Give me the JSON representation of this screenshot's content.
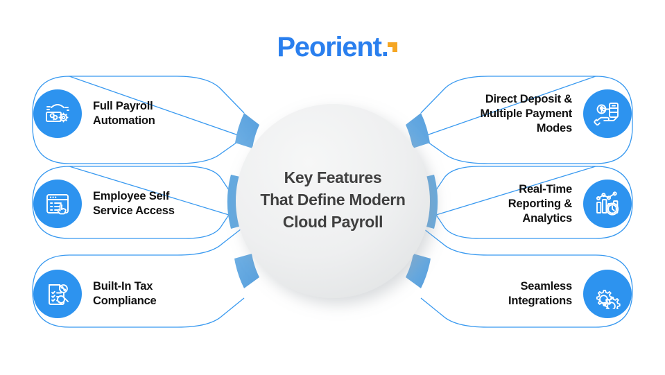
{
  "brand": {
    "name": "Peorient.",
    "accent_color": "#f5a623",
    "logo_color": "#2a7fee",
    "tick_icon": "orange-corner-tick"
  },
  "center": {
    "line1": "Key Features",
    "line2": "That Define Modern",
    "line3": "Cloud Payroll",
    "text_color": "#404040",
    "fill_color": "#eceded"
  },
  "theme": {
    "badge_color": "#2d93ef",
    "connector_color": "#63a9e0",
    "outline_color": "#2d93ef",
    "background": "#ffffff"
  },
  "features": {
    "left": [
      {
        "label_line1": "Full Payroll",
        "label_line2": "Automation",
        "icon": "banknote-gear-icon"
      },
      {
        "label_line1": "Employee Self",
        "label_line2": "Service Access",
        "icon": "browser-cursor-icon"
      },
      {
        "label_line1": "Built-In Tax",
        "label_line2": "Compliance",
        "icon": "tax-document-gavel-icon"
      }
    ],
    "right": [
      {
        "label_line1": "Direct Deposit &",
        "label_line2": "Multiple Payment",
        "label_line3": "Modes",
        "icon": "hand-coin-phone-icon"
      },
      {
        "label_line1": "Real-Time",
        "label_line2": "Reporting &",
        "label_line3": "Analytics",
        "icon": "bar-chart-clock-icon"
      },
      {
        "label_line1": "Seamless",
        "label_line2": "Integrations",
        "icon": "interlocking-gears-icon"
      }
    ]
  }
}
